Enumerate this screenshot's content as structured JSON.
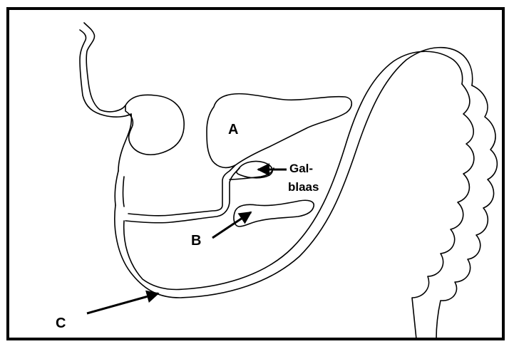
{
  "labels": {
    "a": "A",
    "b": "B",
    "c": "C",
    "gallbladder_line1": "Gal-",
    "gallbladder_line2": "blaas"
  },
  "colors": {
    "stroke": "#000000",
    "background": "#ffffff"
  }
}
